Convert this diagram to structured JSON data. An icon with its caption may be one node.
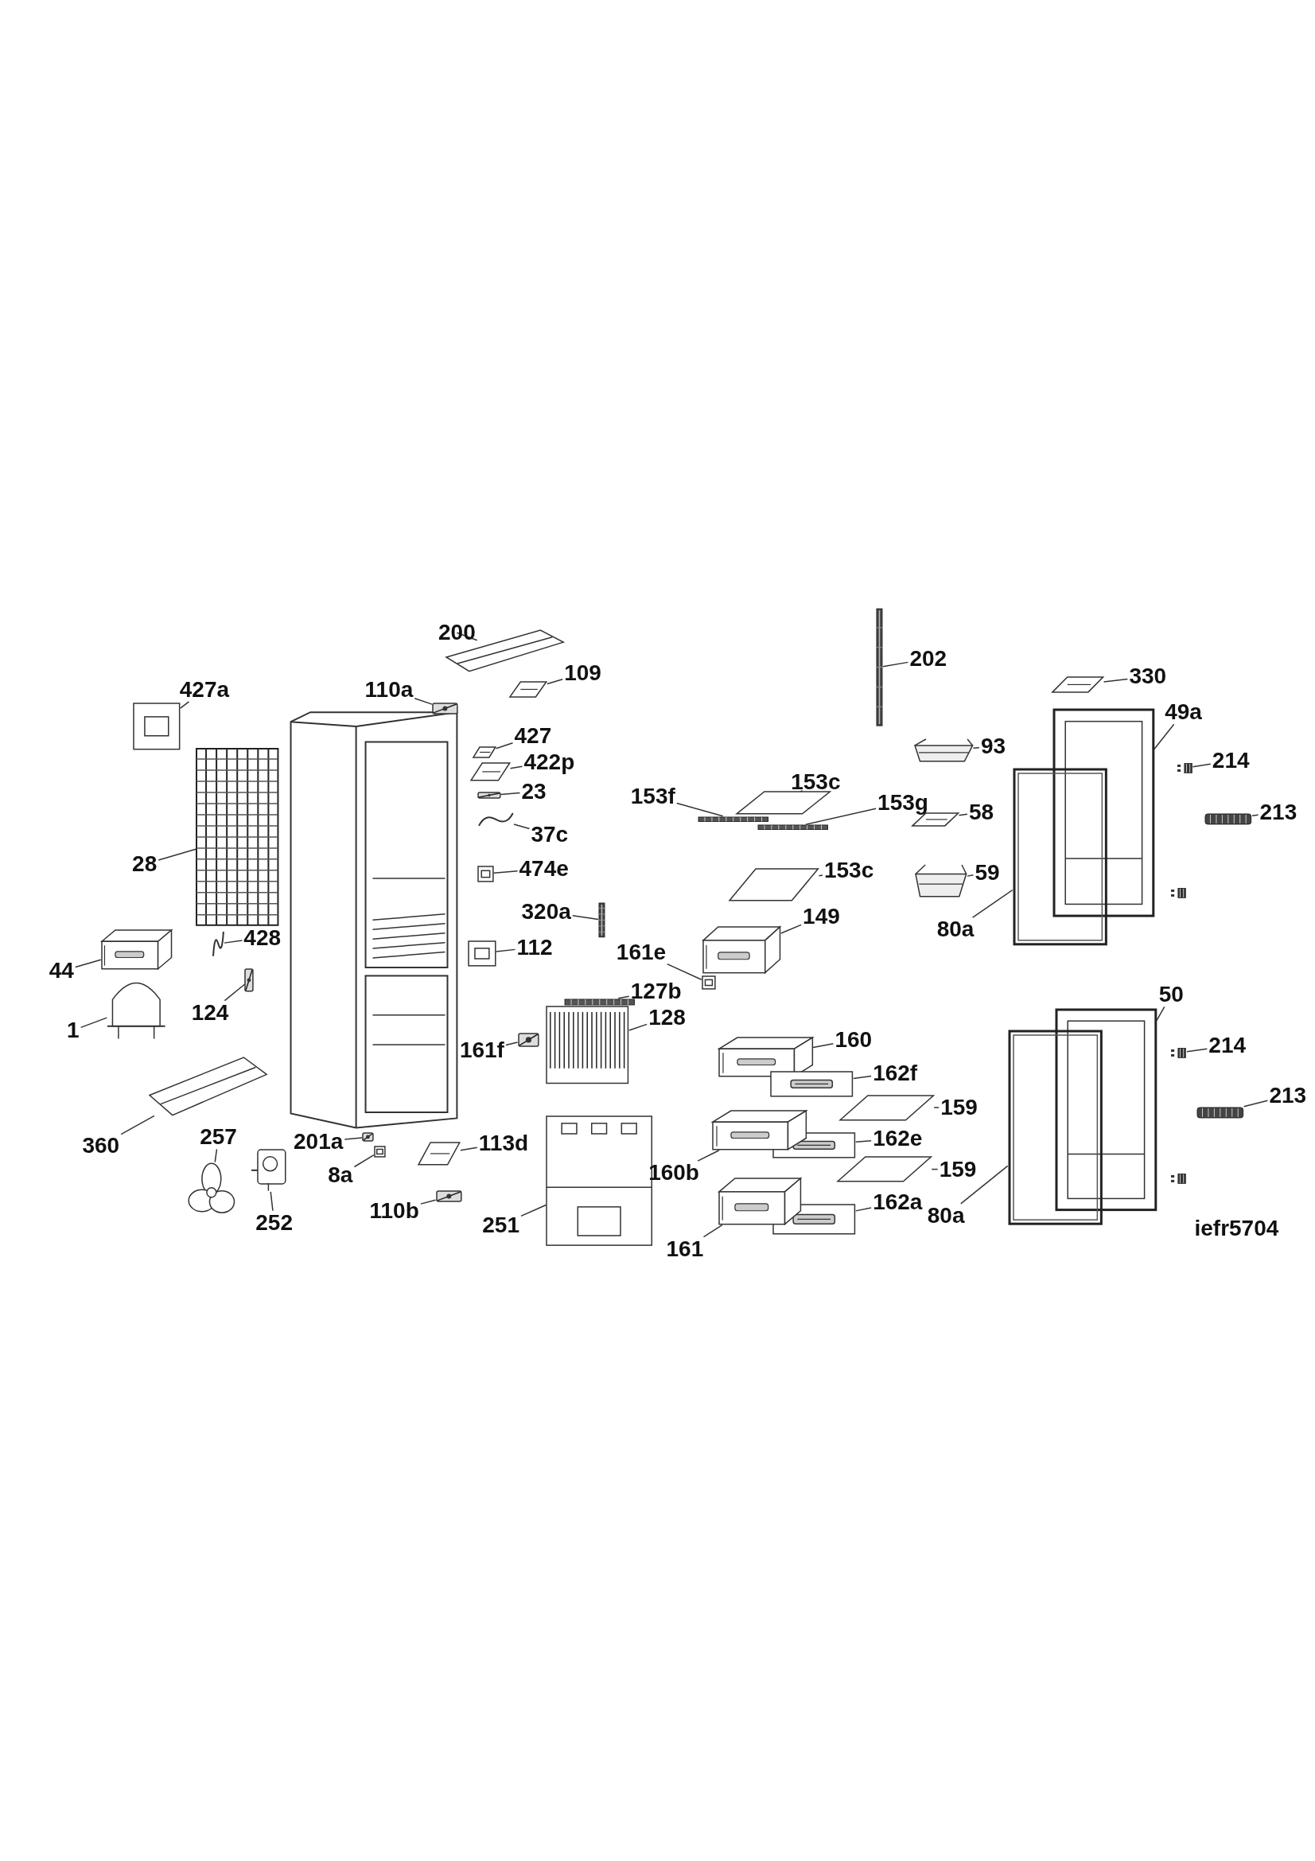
{
  "diagram": {
    "nodes": [
      {
        "text": [
          "427a"
        ]
      },
      {
        "text": [],
        "shape": "picture"
      },
      {
        "text": [
          "200"
        ]
      },
      {
        "text": [],
        "shape": "picture"
      },
      {
        "text": [
          "110a"
        ]
      },
      {
        "text": [],
        "shape": "picture"
      },
      {
        "text": [
          "109"
        ]
      },
      {
        "text": [],
        "shape": "picture"
      },
      {
        "text": [
          "427"
        ]
      },
      {
        "text": [],
        "shape": "picture"
      },
      {
        "text": [
          "422p"
        ]
      },
      {
        "text": [],
        "shape": "picture"
      },
      {
        "text": [
          "23"
        ]
      },
      {
        "text": [],
        "shape": "picture"
      },
      {
        "text": [
          "37c"
        ]
      },
      {
        "text": [],
        "shape": "picture"
      },
      {
        "text": [
          "28"
        ]
      },
      {
        "text": [],
        "shape": "picture"
      },
      {
        "text": [
          "474e"
        ]
      },
      {
        "text": [],
        "shape": "picture"
      },
      {
        "text": [
          "320a"
        ]
      },
      {
        "text": [],
        "shape": "picture"
      },
      {
        "text": [
          "428"
        ]
      },
      {
        "text": [],
        "shape": "picture"
      },
      {
        "text": [
          "112"
        ]
      },
      {
        "text": [],
        "shape": "picture"
      },
      {
        "text": [
          "44"
        ]
      },
      {
        "text": [],
        "shape": "picture"
      },
      {
        "text": [
          "124"
        ]
      },
      {
        "text": [],
        "shape": "picture"
      },
      {
        "text": [
          "1"
        ]
      },
      {
        "text": [],
        "shape": "picture"
      },
      {
        "text": [
          "161f"
        ]
      },
      {
        "text": [],
        "shape": "picture"
      },
      {
        "text": [
          "127b"
        ]
      },
      {
        "text": [],
        "shape": "picture"
      },
      {
        "text": [
          "128"
        ]
      },
      {
        "text": [],
        "shape": "picture"
      },
      {
        "text": [
          "360"
        ]
      },
      {
        "text": [],
        "shape": "picture"
      },
      {
        "text": [
          "257"
        ]
      },
      {
        "text": [],
        "shape": "picture"
      },
      {
        "text": [
          "201a"
        ]
      },
      {
        "text": [],
        "shape": "picture"
      },
      {
        "text": [
          "8a"
        ]
      },
      {
        "text": [],
        "shape": "picture"
      },
      {
        "text": [
          "252"
        ]
      },
      {
        "text": [],
        "shape": "picture"
      },
      {
        "text": [
          "113d"
        ]
      },
      {
        "text": [],
        "shape": "picture"
      },
      {
        "text": [
          "110b"
        ]
      },
      {
        "text": [],
        "shape": "picture"
      },
      {
        "text": [
          "251"
        ]
      },
      {
        "text": [],
        "shape": "picture"
      },
      {
        "text": [
          "153f"
        ]
      },
      {
        "text": [],
        "shape": "picture"
      },
      {
        "text": [
          "153c"
        ]
      },
      {
        "text": [],
        "shape": "picture"
      },
      {
        "text": [
          "153g"
        ]
      },
      {
        "text": [],
        "shape": "picture"
      },
      {
        "text": [
          "153c"
        ]
      },
      {
        "text": [],
        "shape": "picture"
      },
      {
        "text": [
          "149"
        ]
      },
      {
        "text": [],
        "shape": "picture"
      },
      {
        "text": [
          "161e"
        ]
      },
      {
        "text": [],
        "shape": "picture"
      },
      {
        "text": [
          "160"
        ]
      },
      {
        "text": [],
        "shape": "picture"
      },
      {
        "text": [
          "162f"
        ]
      },
      {
        "text": [],
        "shape": "picture"
      },
      {
        "text": [
          "159"
        ]
      },
      {
        "text": [],
        "shape": "picture"
      },
      {
        "text": [
          "162e"
        ]
      },
      {
        "text": [],
        "shape": "picture"
      },
      {
        "text": [
          "160b"
        ]
      },
      {
        "text": [],
        "shape": "picture"
      },
      {
        "text": [
          "159"
        ]
      },
      {
        "text": [],
        "shape": "picture"
      },
      {
        "text": [
          "162a"
        ]
      },
      {
        "text": [],
        "shape": "picture"
      },
      {
        "text": [
          "161"
        ]
      },
      {
        "text": [],
        "shape": "picture"
      },
      {
        "text": [
          "202"
        ]
      },
      {
        "text": [],
        "shape": "picture"
      },
      {
        "text": [
          "330"
        ]
      },
      {
        "text": [],
        "shape": "picture"
      },
      {
        "text": [
          "49a"
        ]
      },
      {
        "text": [],
        "shape": "picture"
      },
      {
        "text": [
          "93"
        ]
      },
      {
        "text": [],
        "shape": "picture"
      },
      {
        "text": [
          "214"
        ]
      },
      {
        "text": [],
        "shape": "picture"
      },
      {
        "text": [
          "58"
        ]
      },
      {
        "text": [],
        "shape": "picture"
      },
      {
        "text": [
          "213"
        ]
      },
      {
        "text": [],
        "shape": "picture"
      },
      {
        "text": [
          "59"
        ]
      },
      {
        "text": [],
        "shape": "picture"
      },
      {
        "text": [
          "80a"
        ]
      },
      {
        "text": [],
        "shape": "picture"
      },
      {
        "text": [
          "50"
        ]
      },
      {
        "text": [],
        "shape": "picture"
      },
      {
        "text": [
          "214"
        ]
      },
      {
        "text": [],
        "shape": "picture"
      },
      {
        "text": [
          "213"
        ]
      },
      {
        "text": [],
        "shape": "picture"
      },
      {
        "text": [
          "80a"
        ]
      },
      {
        "text": [],
        "shape": "picture"
      }
    ],
    "edges": [
      {
        "from": 0,
        "to": 1,
        "arrow": "none"
      },
      {
        "from": 2,
        "to": 3,
        "arrow": "none"
      },
      {
        "from": 4,
        "to": 5,
        "arrow": "none"
      },
      {
        "from": 6,
        "to": 7,
        "arrow": "none"
      },
      {
        "from": 8,
        "to": 9,
        "arrow": "none"
      },
      {
        "from": 10,
        "to": 11,
        "arrow": "none"
      },
      {
        "from": 12,
        "to": 13,
        "arrow": "none"
      },
      {
        "from": 14,
        "to": 15,
        "arrow": "none"
      },
      {
        "from": 16,
        "to": 17,
        "arrow": "none"
      },
      {
        "from": 18,
        "to": 19,
        "arrow": "none"
      },
      {
        "from": 20,
        "to": 21,
        "arrow": "none"
      },
      {
        "from": 22,
        "to": 23,
        "arrow": "none"
      },
      {
        "from": 24,
        "to": 25,
        "arrow": "none"
      },
      {
        "from": 26,
        "to": 27,
        "arrow": "none"
      },
      {
        "from": 28,
        "to": 29,
        "arrow": "none"
      },
      {
        "from": 30,
        "to": 31,
        "arrow": "none"
      },
      {
        "from": 32,
        "to": 33,
        "arrow": "none"
      },
      {
        "from": 34,
        "to": 35,
        "arrow": "none"
      },
      {
        "from": 36,
        "to": 37,
        "arrow": "none"
      },
      {
        "from": 38,
        "to": 39,
        "arrow": "none"
      },
      {
        "from": 40,
        "to": 41,
        "arrow": "none"
      },
      {
        "from": 42,
        "to": 43,
        "arrow": "none"
      },
      {
        "from": 44,
        "to": 45,
        "arrow": "none"
      },
      {
        "from": 46,
        "to": 47,
        "arrow": "none"
      },
      {
        "from": 48,
        "to": 49,
        "arrow": "none"
      },
      {
        "from": 50,
        "to": 51,
        "arrow": "none"
      },
      {
        "from": 52,
        "to": 53,
        "arrow": "none"
      },
      {
        "from": 54,
        "to": 55,
        "arrow": "none"
      },
      {
        "from": 56,
        "to": 57,
        "arrow": "none"
      },
      {
        "from": 58,
        "to": 59,
        "arrow": "none"
      },
      {
        "from": 60,
        "to": 61,
        "arrow": "none"
      },
      {
        "from": 62,
        "to": 63,
        "arrow": "none"
      },
      {
        "from": 64,
        "to": 65,
        "arrow": "none"
      },
      {
        "from": 66,
        "to": 67,
        "arrow": "none"
      },
      {
        "from": 68,
        "to": 69,
        "arrow": "none"
      },
      {
        "from": 70,
        "to": 71,
        "arrow": "none"
      },
      {
        "from": 72,
        "to": 73,
        "arrow": "none"
      },
      {
        "from": 74,
        "to": 75,
        "arrow": "none"
      },
      {
        "from": 76,
        "to": 77,
        "arrow": "none"
      },
      {
        "from": 78,
        "to": 79,
        "arrow": "none"
      },
      {
        "from": 80,
        "to": 81,
        "arrow": "none"
      },
      {
        "from": 82,
        "to": 83,
        "arrow": "none"
      },
      {
        "from": 84,
        "to": 85,
        "arrow": "none"
      },
      {
        "from": 86,
        "to": 87,
        "arrow": "none"
      },
      {
        "from": 88,
        "to": 89,
        "arrow": "none"
      },
      {
        "from": 90,
        "to": 91,
        "arrow": "none"
      },
      {
        "from": 92,
        "to": 93,
        "arrow": "none"
      },
      {
        "from": 94,
        "to": 95,
        "arrow": "none"
      },
      {
        "from": 96,
        "to": 97,
        "arrow": "none"
      },
      {
        "from": 98,
        "to": 99,
        "arrow": "none"
      },
      {
        "from": 100,
        "to": 101,
        "arrow": "none"
      },
      {
        "from": 102,
        "to": 103,
        "arrow": "none"
      },
      {
        "from": 104,
        "to": 105,
        "arrow": "none"
      },
      {
        "from": 106,
        "to": 107,
        "arrow": "none"
      }
    ],
    "labels": [
      "iefr5704"
    ]
  }
}
